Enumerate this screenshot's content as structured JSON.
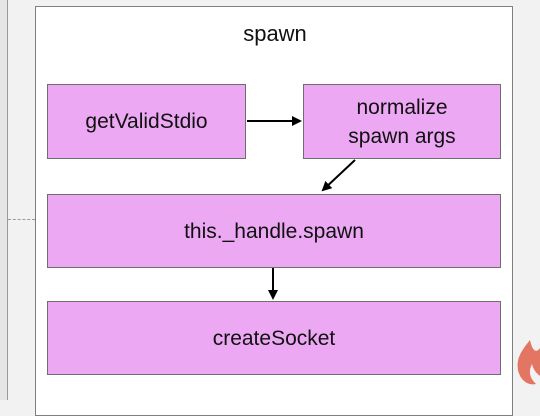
{
  "diagram": {
    "title": "spawn",
    "nodes": {
      "get_valid_stdio": "getValidStdio",
      "normalize_args": "normalize\nspawn args",
      "handle_spawn": "this._handle.spawn",
      "create_socket": "createSocket"
    },
    "edges": [
      {
        "from": "getValidStdio",
        "to": "normalize spawn args"
      },
      {
        "from": "normalize spawn args",
        "to": "this._handle.spawn"
      },
      {
        "from": "this._handle.spawn",
        "to": "createSocket"
      }
    ]
  },
  "colors": {
    "node_fill": "#eca8f3",
    "node_border": "#6e6e6e",
    "arrow": "#000000",
    "container_border": "#7f7f7f",
    "watermark": "#e0604a"
  },
  "icons": {
    "corner_watermark": "flame-icon"
  }
}
